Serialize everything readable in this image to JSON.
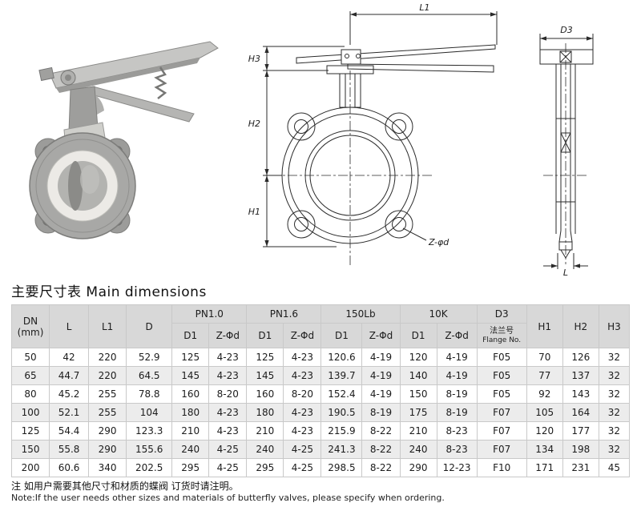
{
  "page": {
    "title": "主要尺寸表 Main dimensions",
    "note_cn": "注  如用户需要其他尺寸和材质的蝶阀  订货时请注明。",
    "note_en": "Note:If the user needs other sizes and materials of butterfly valves, please specify when ordering."
  },
  "drawing_labels": {
    "l1": "L1",
    "h1": "H1",
    "h2": "H2",
    "h3": "H3",
    "z_phi_d": "Z-φd",
    "d3": "D3",
    "l": "L"
  },
  "table": {
    "headers": {
      "dn": "DN",
      "dn_unit": "(mm)",
      "l": "L",
      "l1": "L1",
      "d": "D",
      "pn10": "PN1.0",
      "pn16": "PN1.6",
      "lb150": "150Lb",
      "k10": "10K",
      "d1": "D1",
      "z_phi_d": "Z-Φd",
      "d3": "D3",
      "flange_cn": "法兰号",
      "flange_en": "Flange No.",
      "h1": "H1",
      "h2": "H2",
      "h3": "H3"
    },
    "rows": [
      [
        "50",
        "42",
        "220",
        "52.9",
        "125",
        "4-23",
        "125",
        "4-23",
        "120.6",
        "4-19",
        "120",
        "4-19",
        "F05",
        "70",
        "126",
        "32"
      ],
      [
        "65",
        "44.7",
        "220",
        "64.5",
        "145",
        "4-23",
        "145",
        "4-23",
        "139.7",
        "4-19",
        "140",
        "4-19",
        "F05",
        "77",
        "137",
        "32"
      ],
      [
        "80",
        "45.2",
        "255",
        "78.8",
        "160",
        "8-20",
        "160",
        "8-20",
        "152.4",
        "4-19",
        "150",
        "8-19",
        "F05",
        "92",
        "143",
        "32"
      ],
      [
        "100",
        "52.1",
        "255",
        "104",
        "180",
        "4-23",
        "180",
        "4-23",
        "190.5",
        "8-19",
        "175",
        "8-19",
        "F07",
        "105",
        "164",
        "32"
      ],
      [
        "125",
        "54.4",
        "290",
        "123.3",
        "210",
        "4-23",
        "210",
        "4-23",
        "215.9",
        "8-22",
        "210",
        "8-23",
        "F07",
        "120",
        "177",
        "32"
      ],
      [
        "150",
        "55.8",
        "290",
        "155.6",
        "240",
        "4-25",
        "240",
        "4-25",
        "241.3",
        "8-22",
        "240",
        "8-23",
        "F07",
        "134",
        "198",
        "32"
      ],
      [
        "200",
        "60.6",
        "340",
        "202.5",
        "295",
        "4-25",
        "295",
        "4-25",
        "298.5",
        "8-22",
        "290",
        "12-23",
        "F10",
        "171",
        "231",
        "45"
      ]
    ]
  }
}
